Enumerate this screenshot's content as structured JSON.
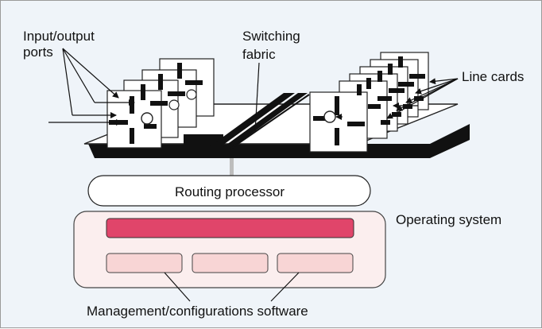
{
  "labels": {
    "io_ports_line1": "Input/output",
    "io_ports_line2": "ports",
    "switching_line1": "Switching",
    "switching_line2": "fabric",
    "line_cards": "Line cards",
    "routing_processor": "Routing processor",
    "operating_system": "Operating system",
    "management_software": "Management/configurations software"
  },
  "colors": {
    "background": "#eff4f9",
    "os_bar": "#e0456a",
    "os_panel": "#fbeeee",
    "software_module": "#f8d5d5",
    "stroke": "#222222"
  }
}
